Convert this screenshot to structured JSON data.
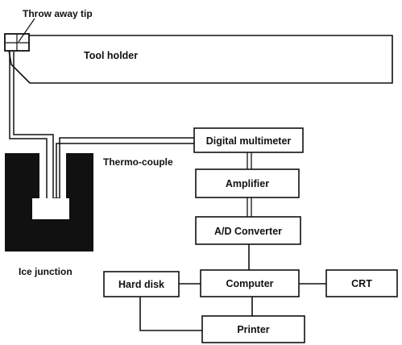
{
  "labels": {
    "throw_away_tip": "Throw away tip",
    "tool_holder": "Tool holder",
    "thermo_couple": "Thermo-couple",
    "ice_junction": "Ice junction"
  },
  "boxes": {
    "digital_multimeter": "Digital multimeter",
    "amplifier": "Amplifier",
    "ad_converter": "A/D Converter",
    "computer": "Computer",
    "hard_disk": "Hard disk",
    "crt": "CRT",
    "printer": "Printer"
  }
}
